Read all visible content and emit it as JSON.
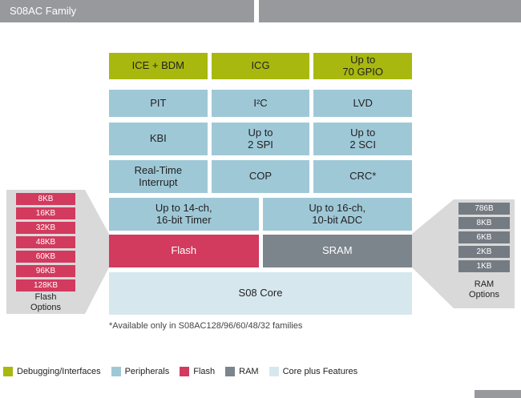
{
  "header": {
    "title": "S08AC Family"
  },
  "colors": {
    "debugging_green": "#a8b80f",
    "peripheral_blue": "#9fc8d7",
    "flash_crimson": "#d23a5e",
    "ram_gray": "#7c848c",
    "core_pale_blue": "#d6e8ee",
    "panel_gray": "#d9d9d9",
    "header_gray": "#97999c"
  },
  "grid": {
    "row1": [
      "ICE + BDM",
      "ICG",
      "Up to\n70 GPIO"
    ],
    "row2": [
      "PIT",
      "I²C",
      "LVD"
    ],
    "row3": [
      "KBI",
      "Up to\n2 SPI",
      "Up to\n2 SCI"
    ],
    "row4": [
      "Real-Time\nInterrupt",
      "COP",
      "CRC*"
    ],
    "row5": [
      "Up to 14-ch,\n16-bit Timer",
      "Up to 16-ch,\n10-bit ADC"
    ],
    "row6": [
      "Flash",
      "SRAM"
    ],
    "core": "S08 Core",
    "footnote": "*Available only in S08AC128/96/60/48/32 families"
  },
  "flash_options": {
    "title": "Flash\nOptions",
    "items": [
      "8KB",
      "16KB",
      "32KB",
      "48KB",
      "60KB",
      "96KB",
      "128KB"
    ]
  },
  "ram_options": {
    "title": "RAM\nOptions",
    "items": [
      "786B",
      "8KB",
      "6KB",
      "2KB",
      "1KB"
    ]
  },
  "legend": [
    {
      "label": "Debugging/Interfaces"
    },
    {
      "label": "Peripherals"
    },
    {
      "label": "Flash"
    },
    {
      "label": "RAM"
    },
    {
      "label": "Core plus Features"
    }
  ]
}
